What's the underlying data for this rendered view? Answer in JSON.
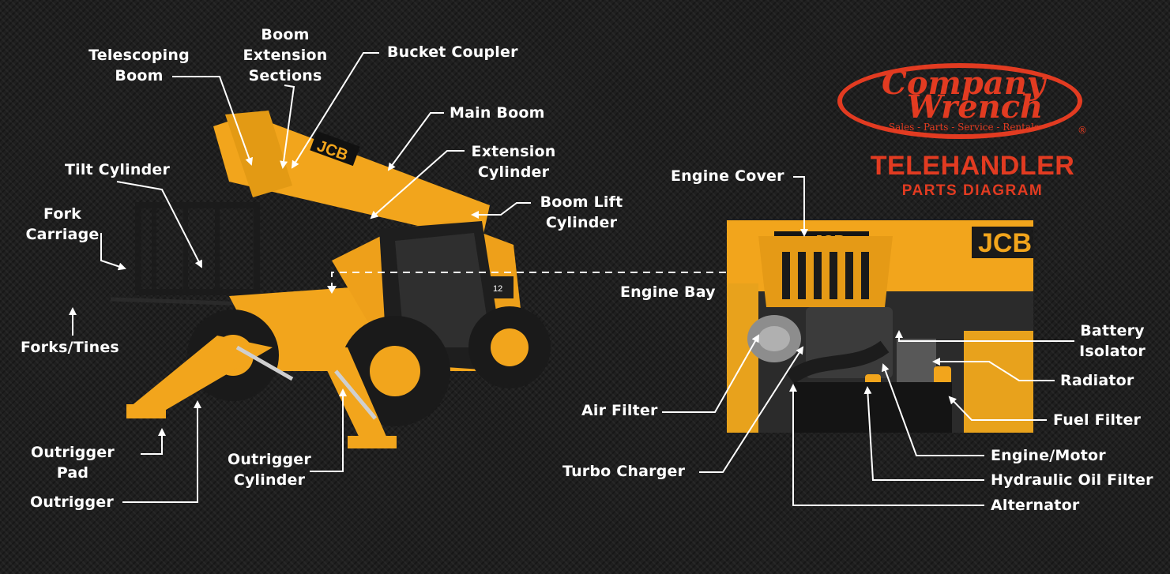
{
  "logo": {
    "line1": "Company",
    "line2": "Wrench",
    "tagline": "Sales - Parts - Service - Rentals",
    "registered": "®"
  },
  "title": {
    "main": "TELEHANDLER",
    "sub": "PARTS DIAGRAM"
  },
  "images": {
    "telehandler": "telehandler-machine",
    "engine_bay": "engine-bay-photo",
    "cab_badge": "JCB",
    "model_badge": "12"
  },
  "labels": {
    "boom_extension_sections": "Boom\nExtension\nSections",
    "telescoping_boom": "Telescoping\nBoom",
    "bucket_coupler": "Bucket Coupler",
    "main_boom": "Main Boom",
    "extension_cylinder": "Extension\nCylinder",
    "boom_lift_cylinder": "Boom Lift\nCylinder",
    "tilt_cylinder": "Tilt Cylinder",
    "fork_carriage": "Fork\nCarriage",
    "forks_tines": "Forks/Tines",
    "outrigger_pad": "Outrigger\nPad",
    "outrigger": "Outrigger",
    "outrigger_cylinder": "Outrigger\nCylinder",
    "engine_cover": "Engine Cover",
    "engine_bay": "Engine Bay",
    "battery_isolator": "Battery\nIsolator",
    "radiator": "Radiator",
    "air_filter": "Air Filter",
    "fuel_filter": "Fuel Filter",
    "engine_motor": "Engine/Motor",
    "turbo_charger": "Turbo Charger",
    "hydraulic_oil_filter": "Hydraulic Oil Filter",
    "alternator": "Alternator"
  },
  "colors": {
    "background": "#1f1f1f",
    "machine_yellow": "#f2a51c",
    "brand_red": "#e23b21",
    "label_white": "#ffffff"
  }
}
